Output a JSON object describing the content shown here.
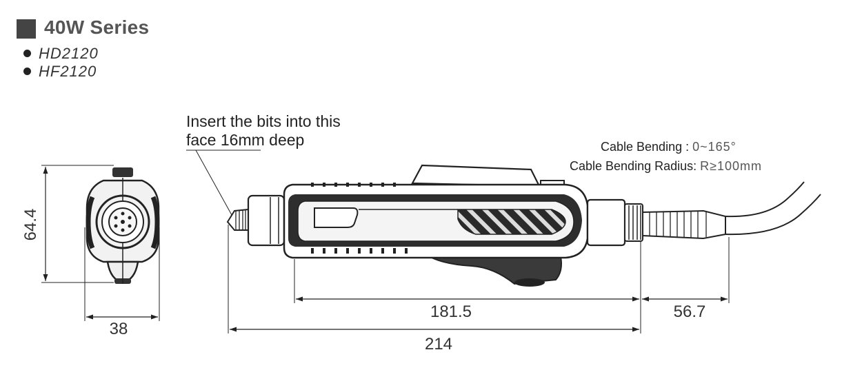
{
  "series": {
    "title": "40W Series"
  },
  "models": [
    "HD2120",
    "HF2120"
  ],
  "note": {
    "line1": "Insert the bits into this",
    "line2": "face 16mm deep"
  },
  "specs": {
    "cable_bending_label": "Cable Bending",
    "cable_bending_sep": " : ",
    "cable_bending_value": "0~165°",
    "cable_radius_label": "Cable Bending Radius:",
    "cable_radius_value": "R≥100mm"
  },
  "dimensions": {
    "height": "64.4",
    "width": "38",
    "body_length": "181.5",
    "connector_length": "56.7",
    "total_length": "214"
  },
  "colors": {
    "outline": "#222222",
    "tool_body": "#333333",
    "title": "#555555"
  }
}
